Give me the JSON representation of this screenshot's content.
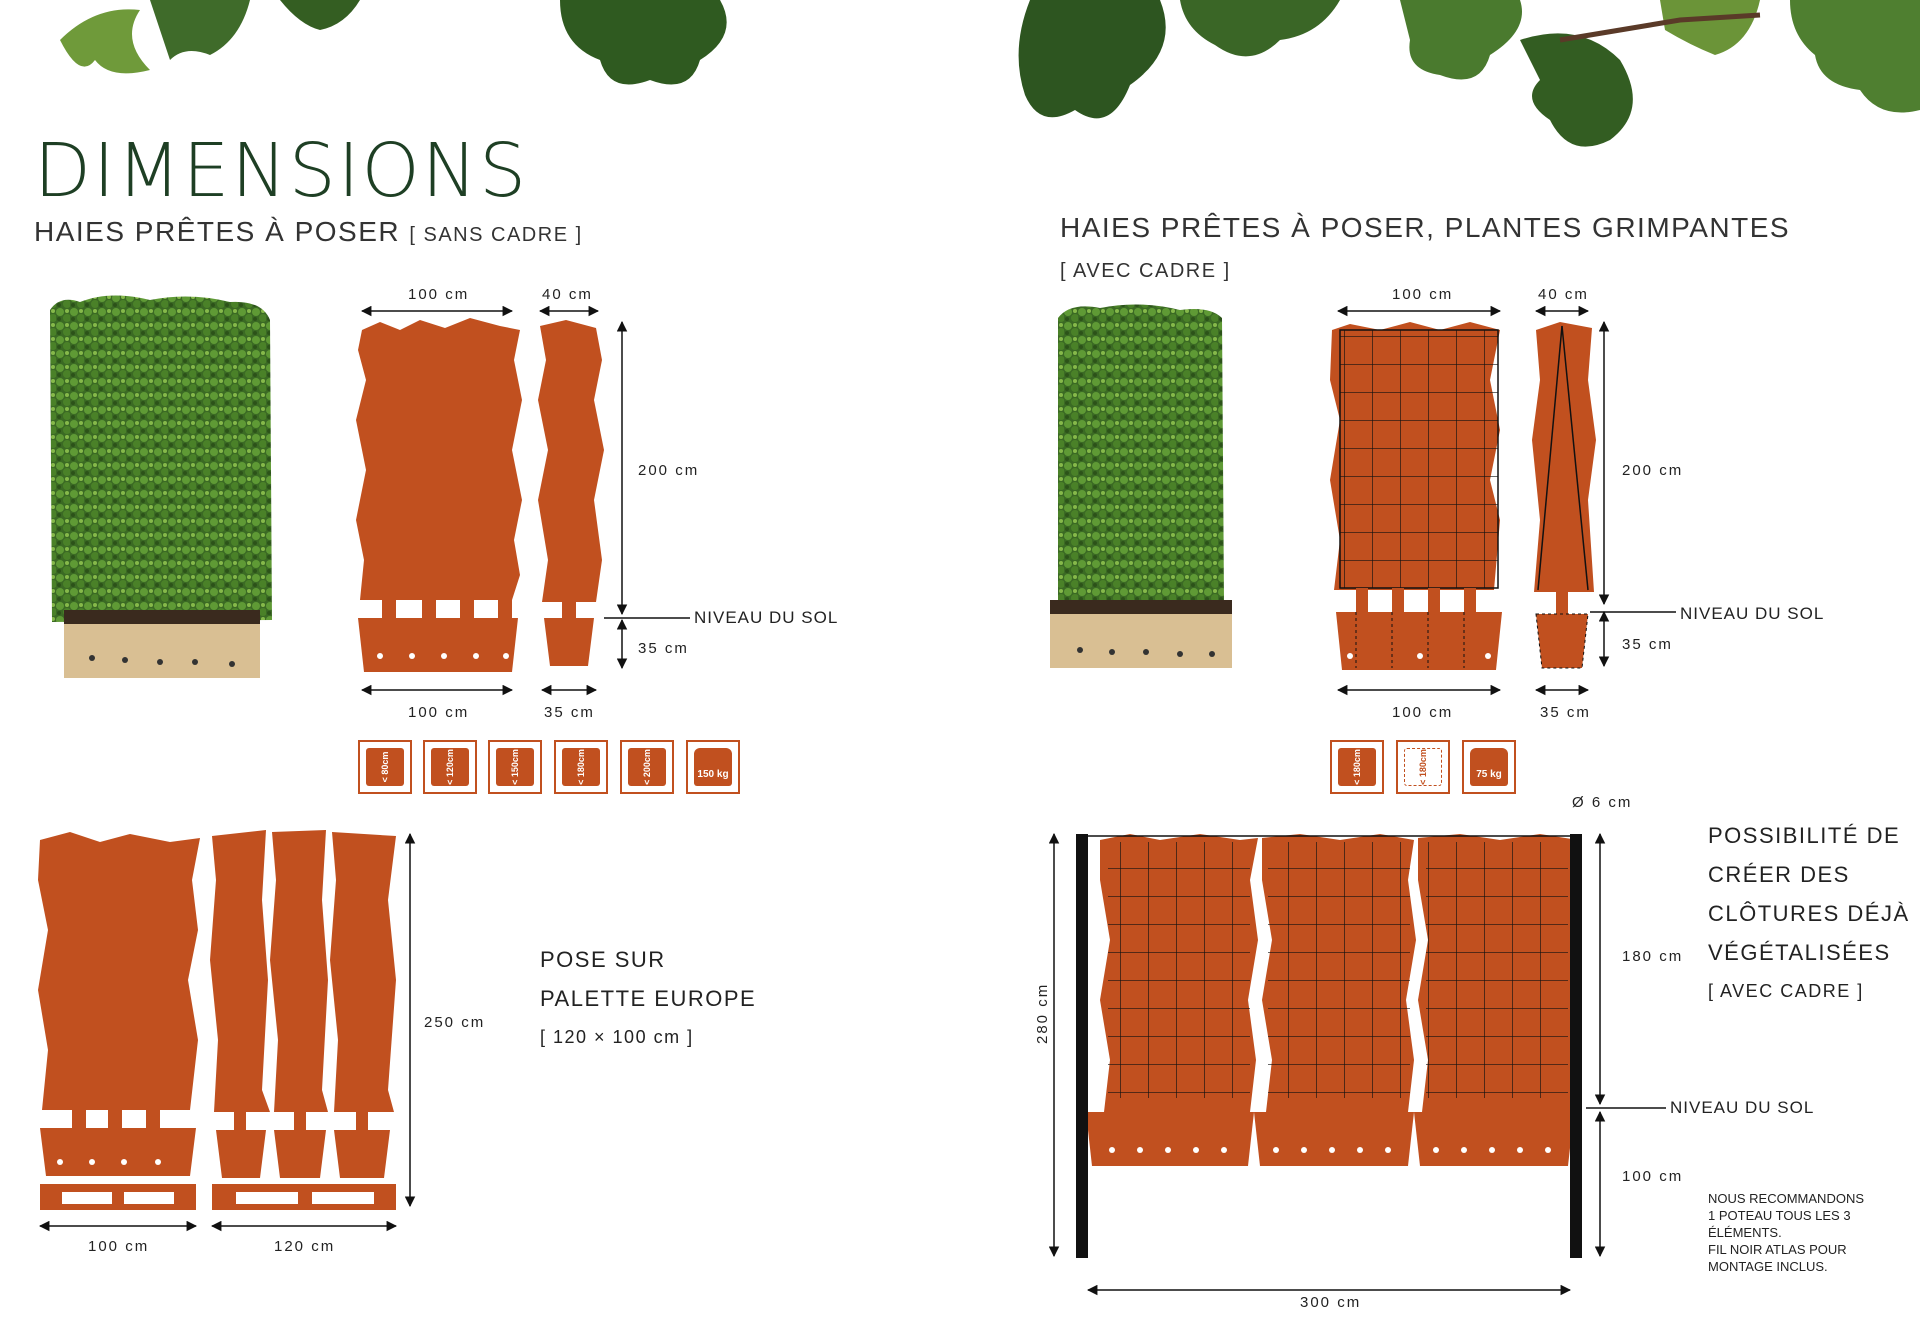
{
  "page": {
    "title": "DIMENSIONS",
    "left_heading": "HAIES PRÊTES À POSER",
    "left_heading_sub": "[ SANS CADRE ]",
    "right_heading": "HAIES PRÊTES À POSER, PLANTES GRIMPANTES",
    "right_heading_sub": "[ AVEC CADRE ]"
  },
  "section_no_frame": {
    "width_top": "100 cm",
    "depth_top": "40 cm",
    "height": "200 cm",
    "ground_level": "NIVEAU DU SOL",
    "box_height": "35 cm",
    "width_bottom": "100 cm",
    "depth_bottom": "35 cm",
    "height_options": [
      "< 80cm",
      "< 120cm",
      "< 150cm",
      "< 180cm",
      "< 200cm"
    ],
    "weight": "150 kg"
  },
  "section_frame": {
    "width_top": "100 cm",
    "depth_top": "40 cm",
    "height": "200 cm",
    "ground_level": "NIVEAU DU SOL",
    "box_height": "35 cm",
    "width_bottom": "100 cm",
    "depth_bottom": "35 cm",
    "height_options": [
      "< 180cm",
      "< 180cm"
    ],
    "weight": "75 kg"
  },
  "section_pallet": {
    "height": "250 cm",
    "width_a": "100 cm",
    "width_b": "120 cm",
    "note_line1": "POSE SUR",
    "note_line2": "PALETTE EUROPE",
    "note_line3": "[ 120 × 100 cm ]"
  },
  "section_fence": {
    "post_diameter": "Ø 6 cm",
    "total_height": "280 cm",
    "above_ground": "180 cm",
    "ground_level": "NIVEAU DU SOL",
    "below_ground": "100 cm",
    "width": "300 cm",
    "note_line1": "POSSIBILITÉ DE",
    "note_line2": "CRÉER DES",
    "note_line3": "CLÔTURES DÉJÀ",
    "note_line4": "VÉGÉTALISÉES",
    "note_line5": "[ AVEC CADRE ]",
    "recommend_line1": "NOUS RECOMMANDONS",
    "recommend_line2": "1 POTEAU TOUS LES 3",
    "recommend_line3": "ÉLÉMENTS.",
    "recommend_line4": "FIL NOIR ATLAS POUR",
    "recommend_line5": "MONTAGE INCLUS."
  },
  "colors": {
    "accent": "#c1501f",
    "title": "#1e3f24",
    "leaf": "#3f6b2a"
  }
}
